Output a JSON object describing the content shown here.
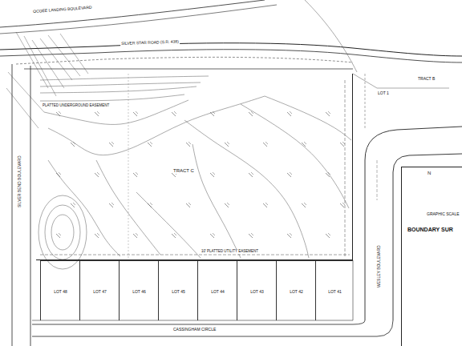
{
  "diagram": {
    "nodes": [
      {
        "text": [
          "TRACT C"
        ]
      },
      {
        "text": [
          "LOT 48"
        ]
      },
      {
        "text": [
          "LOT 47"
        ]
      },
      {
        "text": [
          "LOT 46"
        ]
      },
      {
        "text": [
          "LOT 45"
        ]
      },
      {
        "text": [
          "LOT 44"
        ]
      },
      {
        "text": [
          "LOT 43"
        ]
      },
      {
        "text": [
          "LOT 42"
        ]
      },
      {
        "text": [
          "LOT 41"
        ]
      },
      {
        "text": [
          "GRAPHIC SCALE",
          "BOUNDARY SUR"
        ]
      }
    ],
    "edges": [],
    "labels": [
      "OCOEE LANDING BOULEVARD",
      "SILVER STAR ROAD (S.R. 438)",
      "SILVER BEND BOULEVARD",
      "CASSINGHAM CIRCLE",
      "WESLEY BOULEVARD",
      "TRACT B",
      "LOT 1",
      "10' PLATTED UTILITY EASEMENT",
      "PLATTED UNDERGROUND EASEMENT",
      "N"
    ]
  }
}
